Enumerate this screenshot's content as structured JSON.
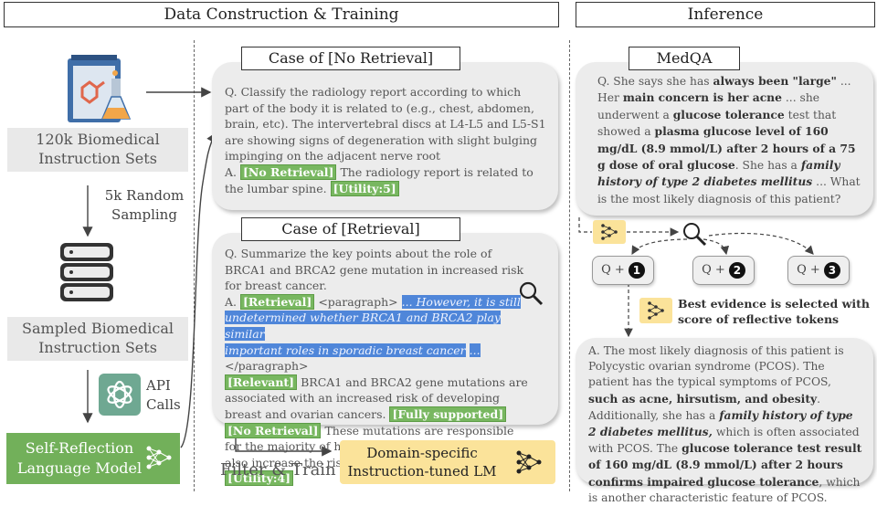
{
  "headers": {
    "left": "Data Construction & Training",
    "right": "Inference"
  },
  "left_column": {
    "instruction_sets": [
      "120k Biomedical",
      "Instruction Sets"
    ],
    "sampling": [
      "5k Random",
      "Sampling"
    ],
    "sampled_sets": [
      "Sampled Biomedical",
      "Instruction Sets"
    ],
    "api": [
      "API",
      "Calls"
    ],
    "model": [
      "Self-Reflection",
      "Language  Model"
    ]
  },
  "case_no_retrieval": {
    "title": "Case of [No Retrieval]",
    "question": "Q. Classify the radiology report according  to which part of the body it is related to (e.g., chest, abdomen, brain, etc). The intervertebral discs at L4-L5 and L5-S1 are showing signs of degeneration with slight bulging impinging on the adjacent nerve root",
    "answer_prefix": "A.",
    "tag_no_retrieval": "[No Retrieval]",
    "answer_text": "The radiology  report is related to the lumbar spine.",
    "tag_utility": "[Utility:5]"
  },
  "case_retrieval": {
    "title": "Case of [Retrieval]",
    "question": "Q. Summarize the key points about the role of BRCA1 and BRCA2 gene mutation in increased risk for breast cancer.",
    "answer_prefix": "A.",
    "tag_retrieval": "[Retrieval]",
    "paragraph_open": "<paragraph>",
    "highlight_1": "... However,  it is still",
    "highlight_2": "undetermined  whether  BRCA1 and BRCA2 play similar",
    "highlight_3": "important roles in sporadic breast cancer",
    "highlight_4": "...",
    "paragraph_close": "</paragraph>",
    "tag_relevant": "[Relevant]",
    "text_1": "BRCA1 and BRCA2 gene mutations are associated with an increased risk of developing breast and ovarian cancers.",
    "tag_supported": "[Fully supported]",
    "tag_no_retrieval": "[No Retrieval]",
    "text_2": "These mutations are responsible for the majority of hereditary breast cancers and also increase the risk for other types of cancer.",
    "tag_utility": "[Utility:4]"
  },
  "filter_train": "Filter & Train",
  "domain_model": [
    "Domain-specific",
    "Instruction-tuned  LM"
  ],
  "medqa": {
    "title": "MedQA",
    "q1": "Q. She says she has",
    "b1": "always been \"large\"",
    "q2": "... Her",
    "b2": "main concern is her acne",
    "q3": "... she underwent a",
    "b3": "glucose tolerance",
    "q4": "test that showed a",
    "b4": "plasma glucose level of 160 mg/dL (8.9 mmol/L) after 2 hours of a 75 g dose of oral glucose",
    "q5": ". She has a",
    "bi5": "family history of type 2 diabetes mellitus",
    "q6": "... What is the most likely diagnosis of this patient?"
  },
  "q_buttons": [
    {
      "prefix": "Q +",
      "num": "1"
    },
    {
      "prefix": "Q +",
      "num": "2"
    },
    {
      "prefix": "Q +",
      "num": "3"
    }
  ],
  "best_evidence": [
    "Best evidence is selected with",
    "score of reflective tokens"
  ],
  "answer": {
    "a1": "A. The most likely diagnosis of this patient is Polycystic ovarian syndrome (PCOS). The patient has the typical symptoms of PCOS,",
    "b1": "such as acne, hirsutism, and obesity",
    "a2": ". Additionally, she has a",
    "bi2": "family history of type 2 diabetes mellitus,",
    "a3": "which is often associated with PCOS. The",
    "b3": "glucose tolerance test result of 160 mg/dL (8.9 mmol/L) after 2 hours confirms impaired glucose tolerance",
    "a4": ", which is another characteristic feature of PCOS."
  },
  "colors": {
    "tag_green": "#78b760",
    "highlight_blue": "#4f86d9",
    "model_green": "#72b05a",
    "domain_yellow": "#fbe39a"
  }
}
